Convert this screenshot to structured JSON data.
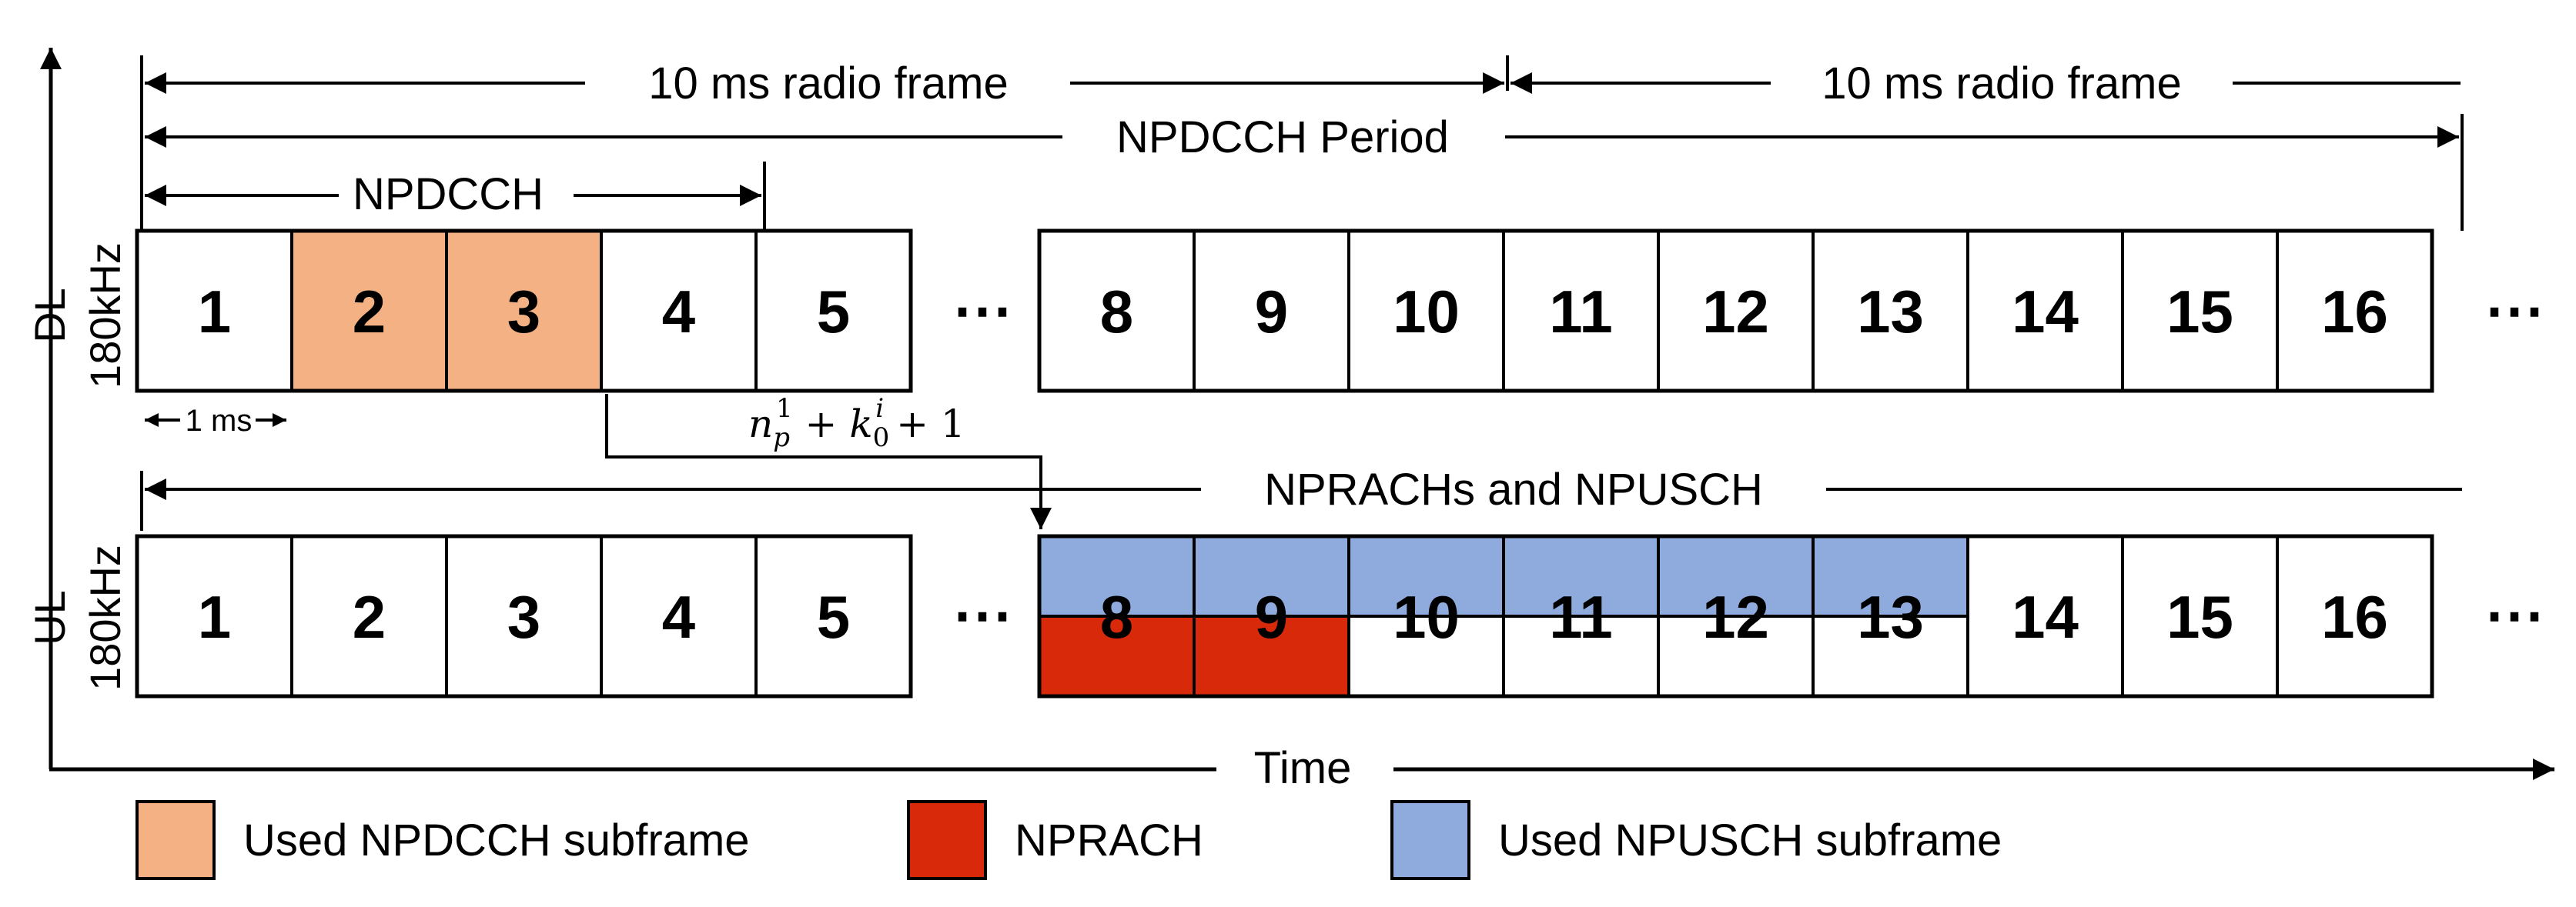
{
  "labels": {
    "radio_frame_1": "10 ms radio frame",
    "radio_frame_2": "10 ms radio frame",
    "npdcch_period": "NPDCCH Period",
    "npdcch": "NPDCCH",
    "dl_axis_line1": "DL",
    "dl_axis_line2": "180kHz",
    "ul_axis_line1": "UL",
    "ul_axis_line2": "180kHz",
    "one_ms": "1 ms",
    "formula_n": "n",
    "formula_n_sub": "p",
    "formula_n_sup": "1",
    "formula_plus1": "+",
    "formula_k": "k",
    "formula_k_sub": "0",
    "formula_k_sup": "i",
    "formula_tail": "+ 1",
    "nprach_npusch": "NPRACHs and NPUSCH",
    "time_axis": "Time",
    "ellipsis": "⋯"
  },
  "dl_subframes": [
    "1",
    "2",
    "3",
    "4",
    "5",
    "8",
    "9",
    "10",
    "11",
    "12",
    "13",
    "14",
    "15",
    "16"
  ],
  "ul_subframes": [
    "1",
    "2",
    "3",
    "4",
    "5",
    "8",
    "9",
    "10",
    "11",
    "12",
    "13",
    "14",
    "15",
    "16"
  ],
  "dl_used_npdcch": [
    "2",
    "3"
  ],
  "ul_used_npusch": [
    "8",
    "9",
    "10",
    "11",
    "12",
    "13"
  ],
  "ul_nprach": [
    "8",
    "9"
  ],
  "legend": [
    {
      "label": "Used NPDCCH subframe",
      "color": "#f4b183"
    },
    {
      "label": "NPRACH",
      "color": "#d9290b"
    },
    {
      "label": "Used NPUSCH subframe",
      "color": "#8faadc"
    }
  ]
}
